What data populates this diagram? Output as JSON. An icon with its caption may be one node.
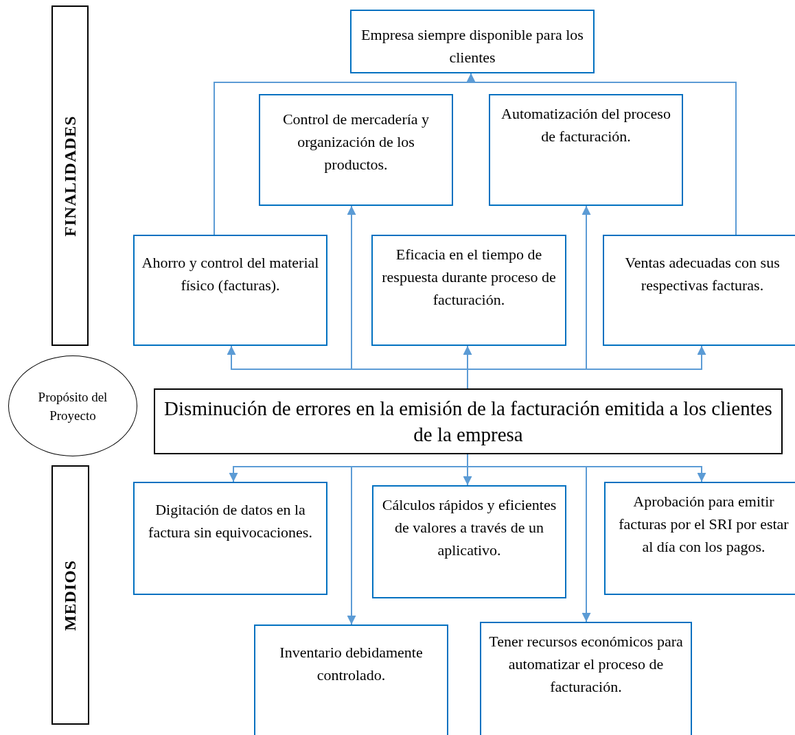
{
  "diagram": {
    "nodes": [
      {
        "text": [
          "FINALIDADES"
        ]
      },
      {
        "text": [
          "Empresa siempre disponible para los clientes"
        ]
      },
      {
        "text": [
          "Control de mercadería y organización de los productos."
        ]
      },
      {
        "text": [
          "Automatización del proceso de facturación."
        ]
      },
      {
        "text": [
          "Ahorro y control del material físico (facturas)."
        ]
      },
      {
        "text": [
          "Eficacia en el tiempo de respuesta durante proceso de facturación."
        ]
      },
      {
        "text": [
          "Ventas adecuadas con sus respectivas facturas."
        ]
      },
      {
        "text": [
          "Propósito del Proyecto"
        ]
      },
      {
        "text": [
          "Disminución de errores en la emisión de la facturación emitida a los clientes de la empresa"
        ]
      },
      {
        "text": [
          "MEDIOS"
        ]
      },
      {
        "text": [
          "Digitación de datos en la factura sin equivocaciones."
        ]
      },
      {
        "text": [
          "Cálculos rápidos y eficientes de valores a través de un aplicativo."
        ]
      },
      {
        "text": [
          "Aprobación para emitir facturas por el SRI por estar al día con los pagos."
        ]
      },
      {
        "text": [
          "Inventario debidamente controlado."
        ]
      },
      {
        "text": [
          "Tener recursos económicos para automatizar el proceso de facturación."
        ]
      }
    ],
    "edges": [
      {
        "from": 4,
        "to": 1,
        "arrow": "to"
      },
      {
        "from": 6,
        "to": 1,
        "arrow": "to"
      },
      {
        "from": 8,
        "to": 4,
        "arrow": "to"
      },
      {
        "from": 8,
        "to": 2,
        "arrow": "to"
      },
      {
        "from": 8,
        "to": 5,
        "arrow": "to"
      },
      {
        "from": 8,
        "to": 3,
        "arrow": "to"
      },
      {
        "from": 8,
        "to": 6,
        "arrow": "to"
      },
      {
        "from": 8,
        "to": 10,
        "arrow": "to"
      },
      {
        "from": 8,
        "to": 13,
        "arrow": "to"
      },
      {
        "from": 8,
        "to": 11,
        "arrow": "to"
      },
      {
        "from": 8,
        "to": 14,
        "arrow": "to"
      },
      {
        "from": 8,
        "to": 12,
        "arrow": "to"
      }
    ]
  }
}
